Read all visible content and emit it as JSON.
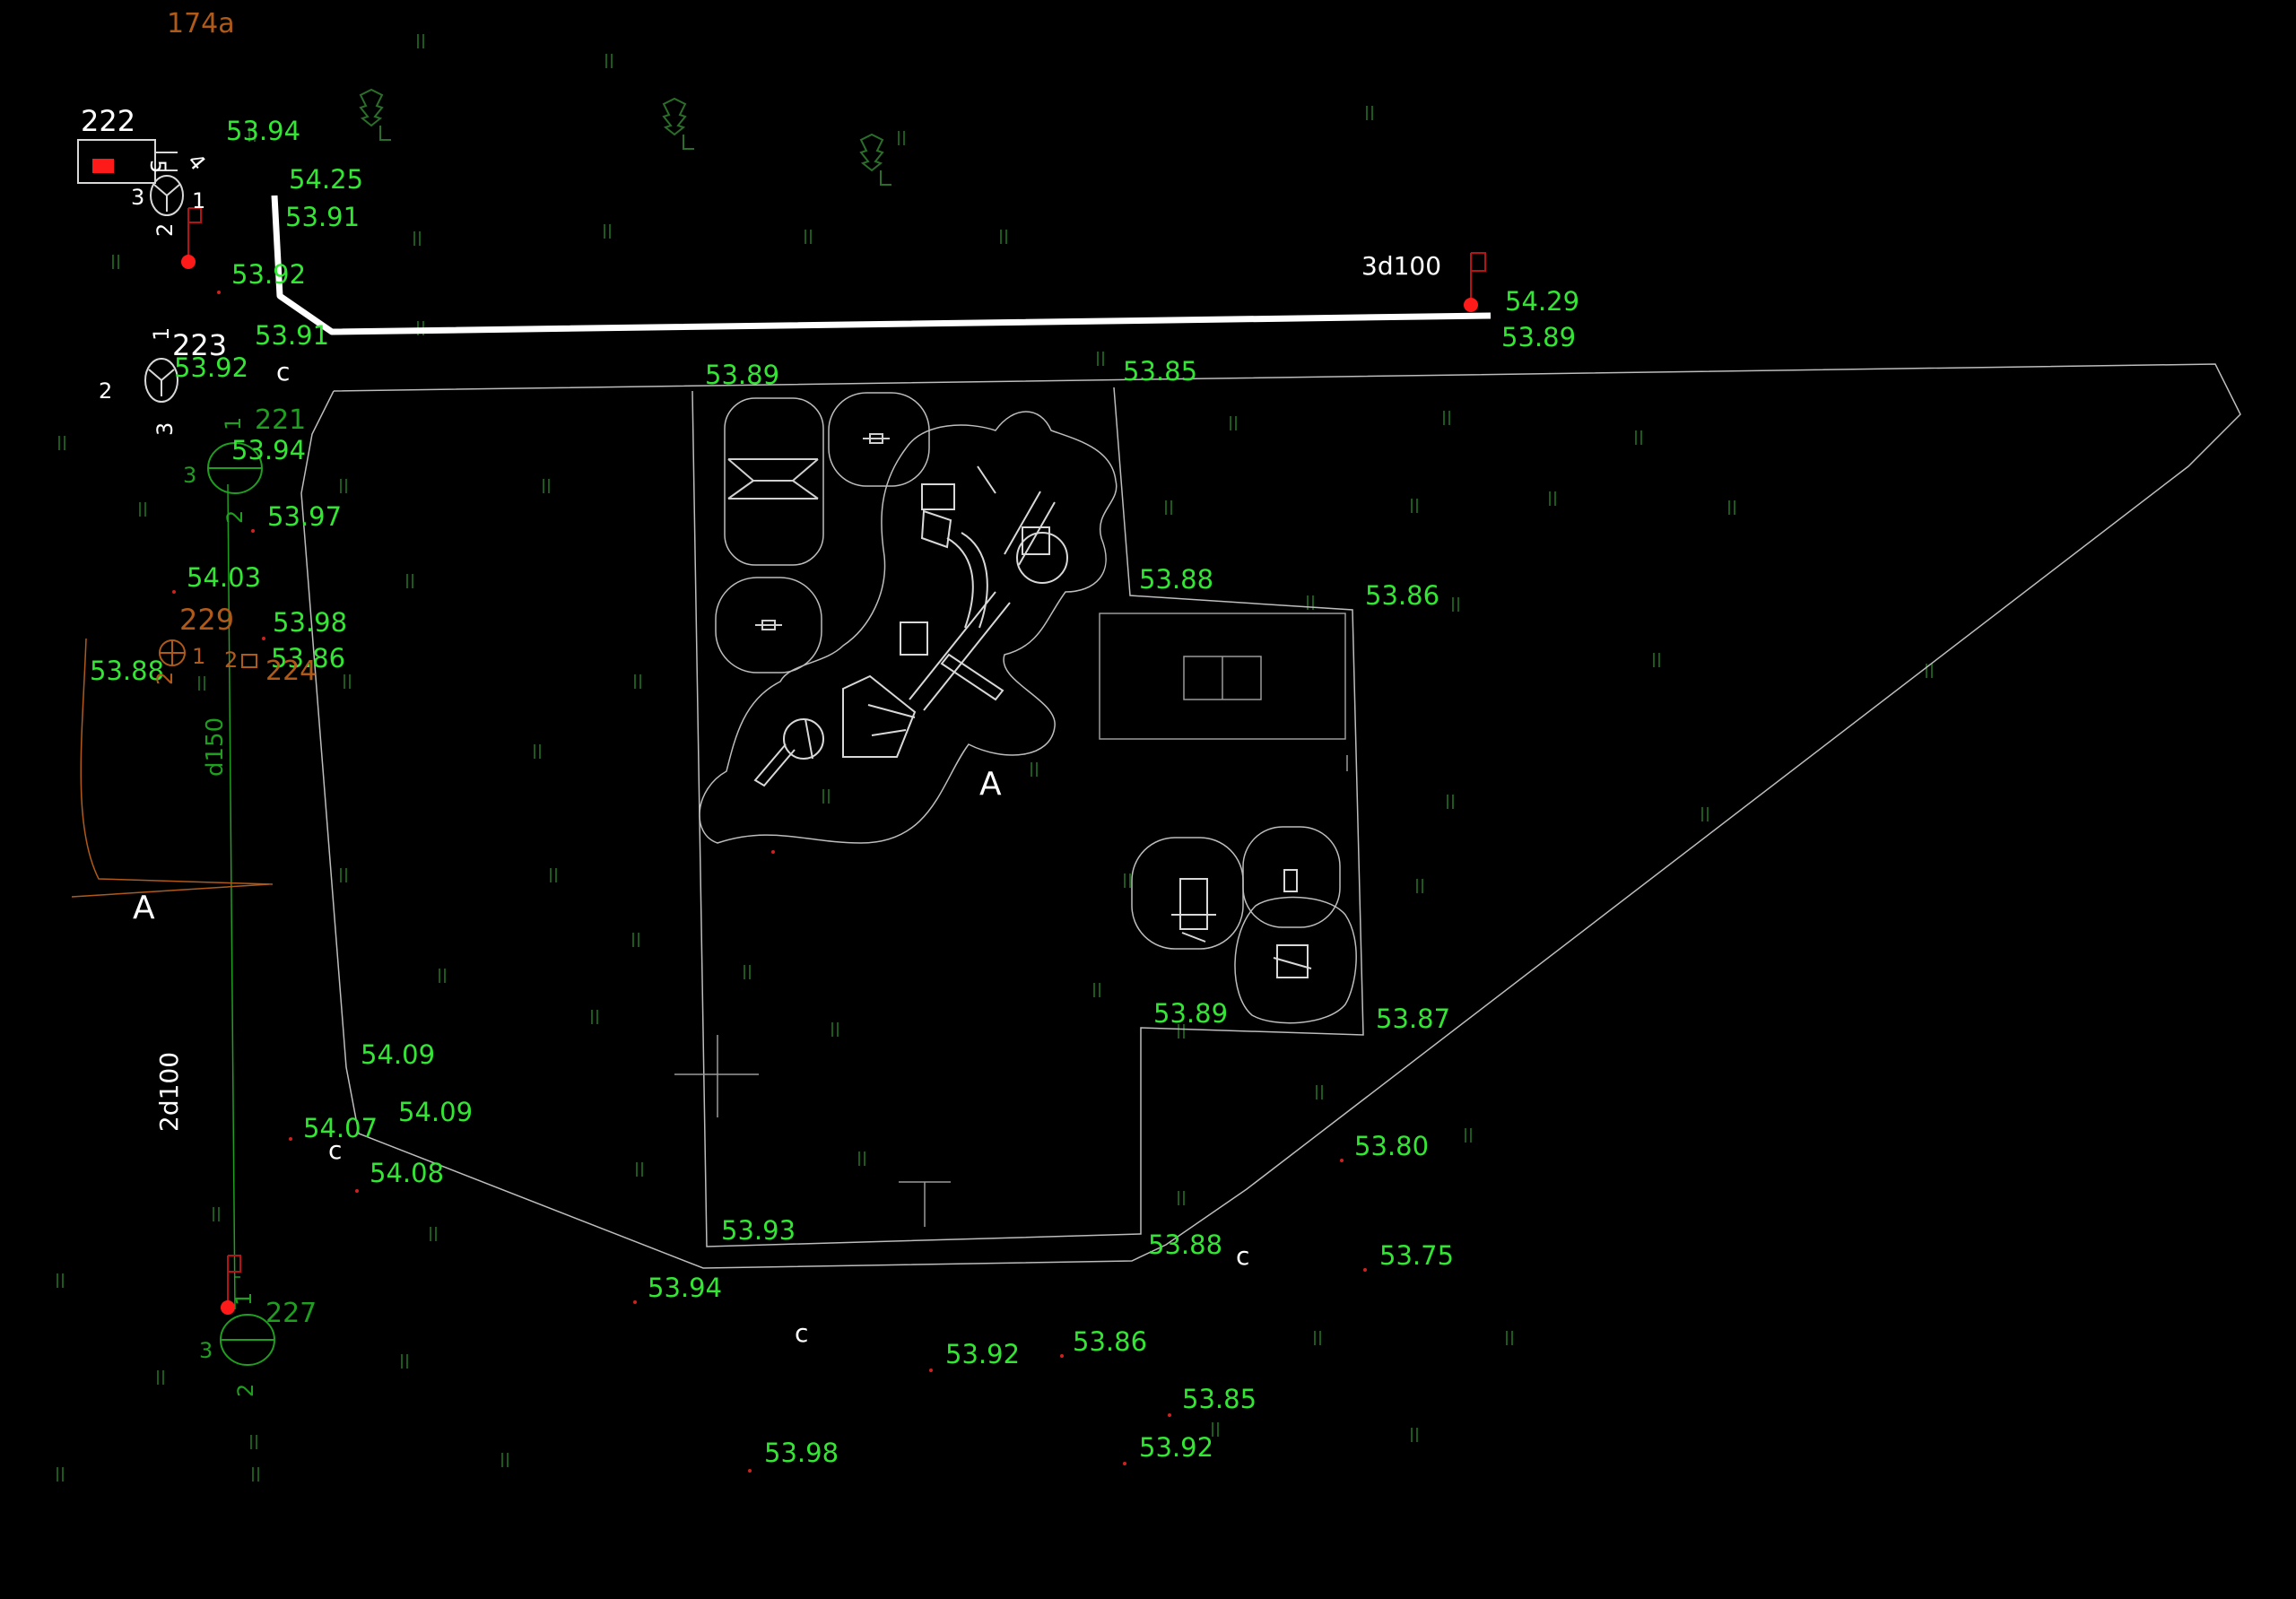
{
  "colors": {
    "background": "#000000",
    "elevation": "#33e633",
    "well_green": "#1f9e1f",
    "brown": "#b05a1a",
    "white": "#ffffff",
    "red": "#ff1a1a",
    "outline": "#bdbdbd",
    "grass": "#1c5a1c"
  },
  "elevations": [
    "53.94",
    "54.25",
    "53.91",
    "53.92",
    "53.91",
    "53.92",
    "53.94",
    "53.97",
    "54.03",
    "53.98",
    "53.86",
    "53.88",
    "54.29",
    "53.89",
    "53.89",
    "53.85",
    "53.88",
    "53.86",
    "53.89",
    "53.87",
    "54.09",
    "54.09",
    "54.07",
    "54.08",
    "53.80",
    "53.93",
    "53.88",
    "53.75",
    "53.94",
    "53.92",
    "53.86",
    "53.85",
    "53.92",
    "53.98"
  ],
  "labels": {
    "lot_174a": "174a",
    "node_222": "222",
    "node_223": "223",
    "node_221": "221",
    "node_229": "229",
    "node_224": "224",
    "node_227": "227",
    "pipe_3d100": "3d100",
    "pipe_2d100": "2d100",
    "pipe_d150": "d150",
    "section_a_left": "A",
    "section_a_play": "A",
    "c_1": "c",
    "c_2": "c",
    "c_3": "c",
    "c_4": "c"
  },
  "well_numbers": {
    "w222": [
      "5",
      "4",
      "3",
      "1",
      "2"
    ],
    "w223": [
      "1",
      "2",
      "3"
    ],
    "w221": [
      "1",
      "3",
      "2"
    ],
    "w229": [
      "2",
      "1",
      "2"
    ],
    "w227": [
      "1",
      "3",
      "2"
    ]
  },
  "icons": [
    "tree-icon",
    "hydrant-icon",
    "manhole-icon",
    "slide-tower-icon",
    "swing-icon",
    "seesaw-icon",
    "exercise-machine-icon",
    "bench-icon"
  ]
}
